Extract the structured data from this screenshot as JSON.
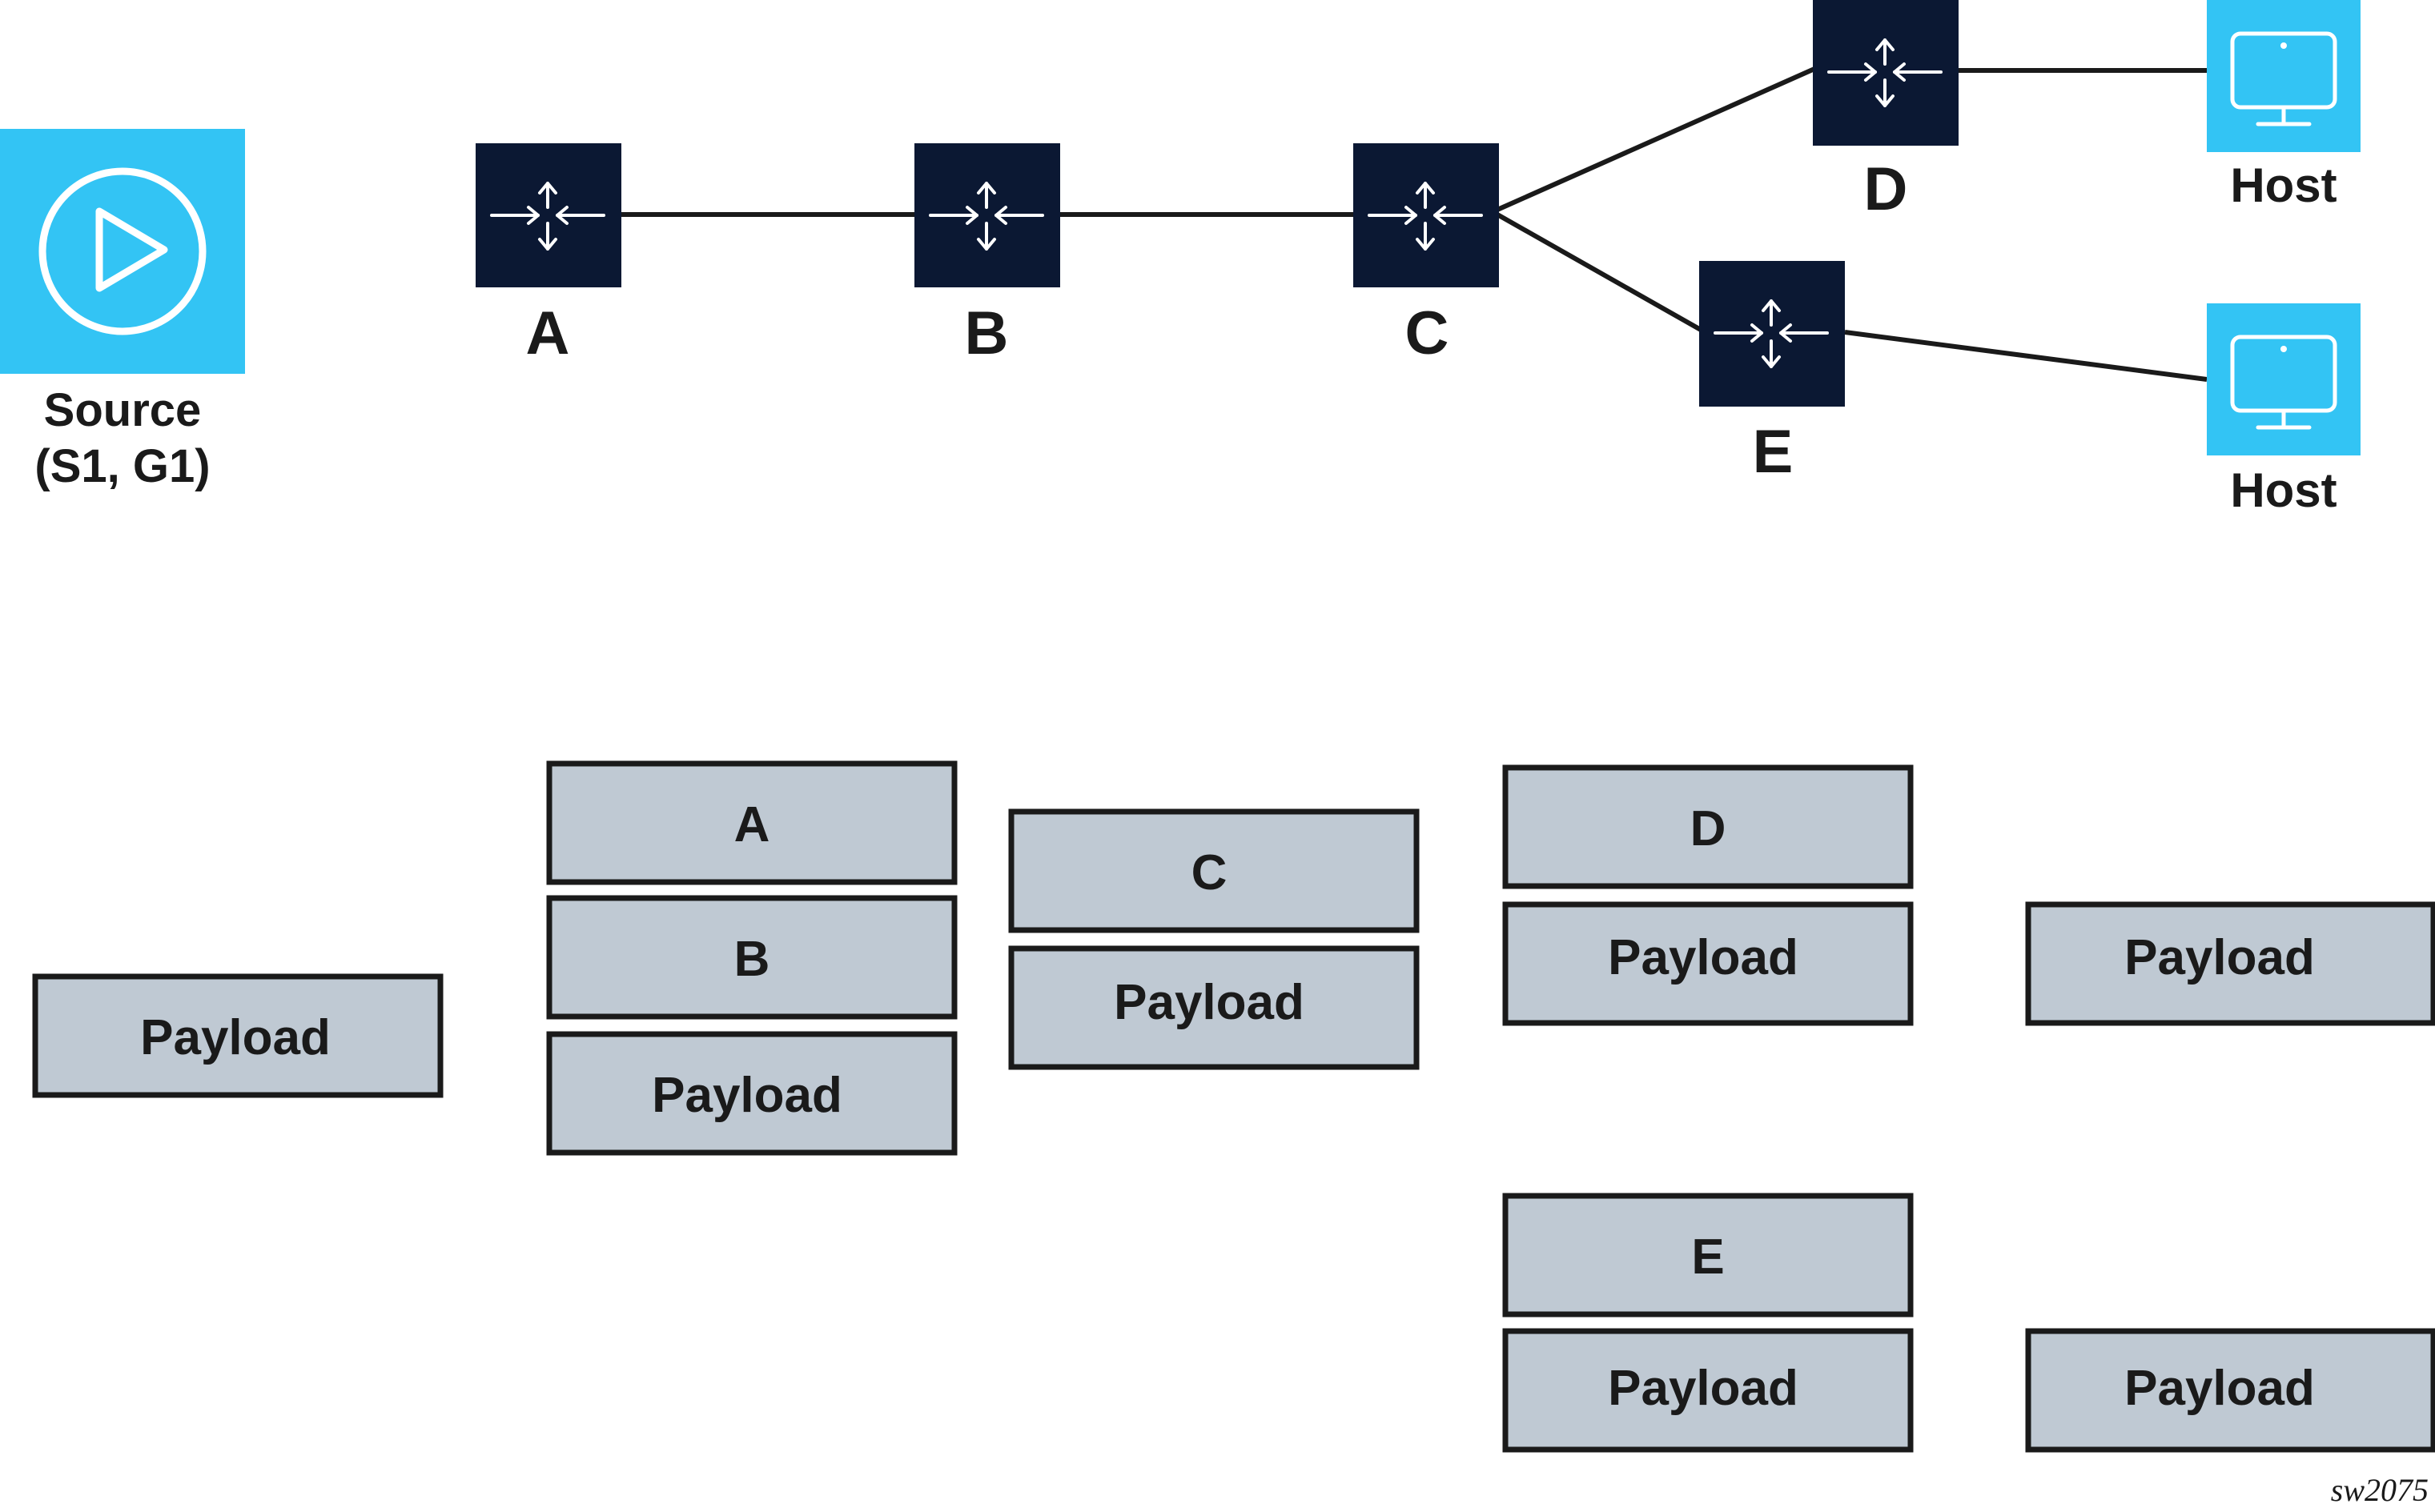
{
  "colors": {
    "router": "#0b1833",
    "endpoint": "#33c4f4",
    "header_box": "#bfc9d3",
    "line": "#1a1a1a"
  },
  "source": {
    "label_line1": "Source",
    "label_line2": "(S1, G1)",
    "icon": "play-icon"
  },
  "routers": {
    "a": "A",
    "b": "B",
    "c": "C",
    "d": "D",
    "e": "E",
    "icon": "router-icon"
  },
  "hosts": {
    "top": "Host",
    "bottom": "Host",
    "icon": "monitor-icon"
  },
  "packets": {
    "source_payload": "Payload",
    "at_a": {
      "h1": "A",
      "h2": "B",
      "payload": "Payload"
    },
    "at_b": {
      "h1": "C",
      "payload": "Payload"
    },
    "to_d": {
      "h1": "D",
      "payload": "Payload"
    },
    "host_d_payload": "Payload",
    "to_e": {
      "h1": "E",
      "payload": "Payload"
    },
    "host_e_payload": "Payload"
  },
  "figure_code": "sw2075"
}
